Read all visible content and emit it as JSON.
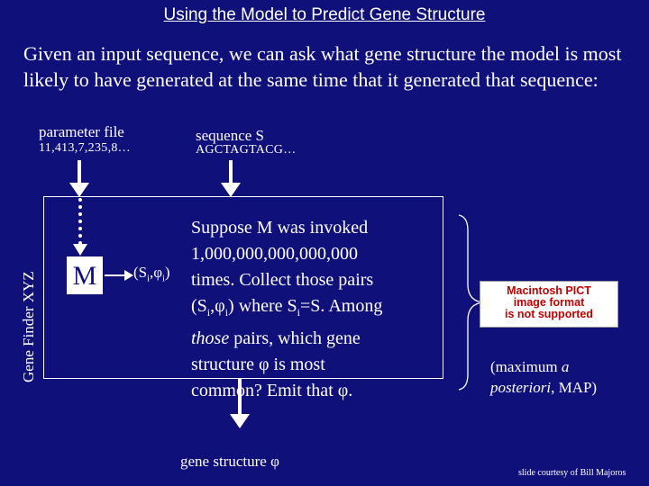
{
  "slide": {
    "title": "Using the Model to Predict Gene Structure",
    "intro": "Given an input sequence, we can ask what gene structure the model is most likely to have generated at the same time that it generated that sequence:",
    "param_label": "parameter file",
    "param_value": "11,413,7,235,8…",
    "seq_label": "sequence S",
    "seq_value": "AGCTAGTACG…",
    "gene_finder": "Gene Finder XYZ",
    "model_symbol": "M",
    "pair": {
      "open": "(S",
      "sub1": "i",
      "mid": ",φ",
      "sub2": "i",
      "close": ")"
    },
    "desc": {
      "line1": "Suppose M was invoked",
      "line2": "1,000,000,000,000,000",
      "line3": "times.  Collect those pairs",
      "l4a": "(S",
      "l4s1": "i",
      "l4b": ",φ",
      "l4s2": "i",
      "l4c": ") where S",
      "l4s3": "i",
      "l4d": "=S.  Among",
      "l5a": "those",
      "l5b": " pairs, which gene",
      "line6": "structure φ is most",
      "line7": "common?  Emit that φ."
    },
    "pict": {
      "line1": "Macintosh PICT",
      "line2": "image format",
      "line3": "is not supported"
    },
    "map_note": {
      "open": "(maximum ",
      "a": "a",
      "posteriori": "posteriori",
      "close": ", MAP)"
    },
    "output": "gene structure φ",
    "credit": "slide courtesy of Bill Majoros"
  },
  "colors": {
    "background": "#10107a",
    "foreground": "#ffffff"
  }
}
